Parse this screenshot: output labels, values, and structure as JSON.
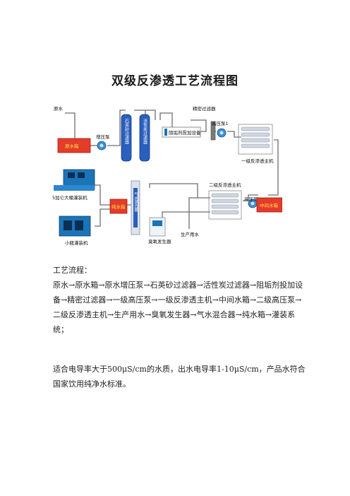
{
  "title": "双级反渗透工艺流程图",
  "diagram": {
    "labels": {
      "raw_water": "原水",
      "raw_tank": "原水箱",
      "boost_pump": "增压泵",
      "quartz_filter": "石英砂过滤器",
      "carbon_filter": "活性炭过滤器",
      "antiscalant": "阻垢剂投加设备",
      "precision_filter": "精密过滤器",
      "hp_pump1": "高压泵1",
      "ro1": "一级反渗透主机",
      "ro2": "二级反渗透主机",
      "hp_pump2": "高压泵2",
      "mid_tank": "中间水箱",
      "pure_tank": "纯水箱",
      "mixer": "气水混合器",
      "ozone": "臭氧发生器",
      "production": "生产用水",
      "barrel_filler": "5加仑大桶灌装机",
      "bottle_filler": "小瓶灌装机"
    },
    "colors": {
      "pipe": "#6e6e6e",
      "tank": "#e53b2a",
      "tank_label": "#ffe04a",
      "vessel": "#2a5fbf",
      "equipment": "#1a74b8"
    }
  },
  "content": {
    "heading": "工艺流程：",
    "flow_text": "原水→原水箱→原水增压泵→石英砂过滤器→活性炭过滤器→阻垢剂投加设备→精密过滤器→一级高压泵→一级反渗透主机→中间水箱→二级高压泵→二级反渗透主机→生产用水→臭氧发生器→气水混合器→纯水箱→灌装系统；",
    "note_text": "适合电导率大于500μS/cm的水质，出水电导率1-10μS/cm，产品水符合国家饮用纯净水标准。"
  }
}
